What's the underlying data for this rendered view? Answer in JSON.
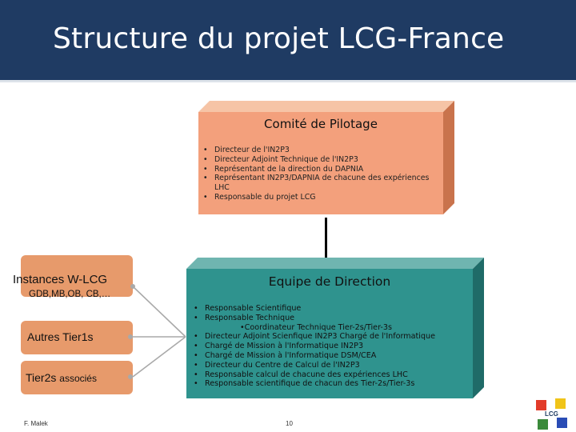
{
  "header": {
    "title": "Structure du projet LCG-France",
    "background": "#1f3b63"
  },
  "comite": {
    "title": "Comité de Pilotage",
    "items": [
      "Directeur de l'IN2P3",
      "Directeur Adjoint Technique de l'IN2P3",
      "Représentant de la direction du DAPNIA",
      "Représentant IN2P3/DAPNIA de chacune des expériences LHC",
      "Responsable du projet LCG"
    ],
    "color": "#f3a07c"
  },
  "equipe": {
    "title": "Equipe de Direction",
    "items": [
      "Responsable Scientifique",
      "Responsable Technique",
      "•Coordinateur Technique Tier-2s/Tier-3s",
      "Directeur Adjoint Scienfique IN2P3 Chargé de l'Informatique",
      "Chargé de Mission à l'Informatique IN2P3",
      "Chargé de Mission à l'Informatique DSM/CEA",
      "Directeur du Centre de Calcul de l'IN2P3",
      "Responsable calcul de chacune des expériences LHC",
      "Responsable scientifique de chacun des Tier-2s/Tier-3s"
    ],
    "color": "#2f938e"
  },
  "left_boxes": {
    "instances": {
      "label": "Instances W-LCG",
      "sub": "GDB,MB,OB, CB,…"
    },
    "autres": {
      "label": "Autres Tier1s"
    },
    "tier2": {
      "label": "Tier2s",
      "label_small": "associés"
    },
    "color": "#e79a6b"
  },
  "footer": {
    "author": "F. Malek",
    "page": "10"
  },
  "logo": {
    "text": "LCG",
    "colors": [
      "#e23b2a",
      "#f0c419",
      "#3a8a3a",
      "#2a4cb5"
    ]
  }
}
